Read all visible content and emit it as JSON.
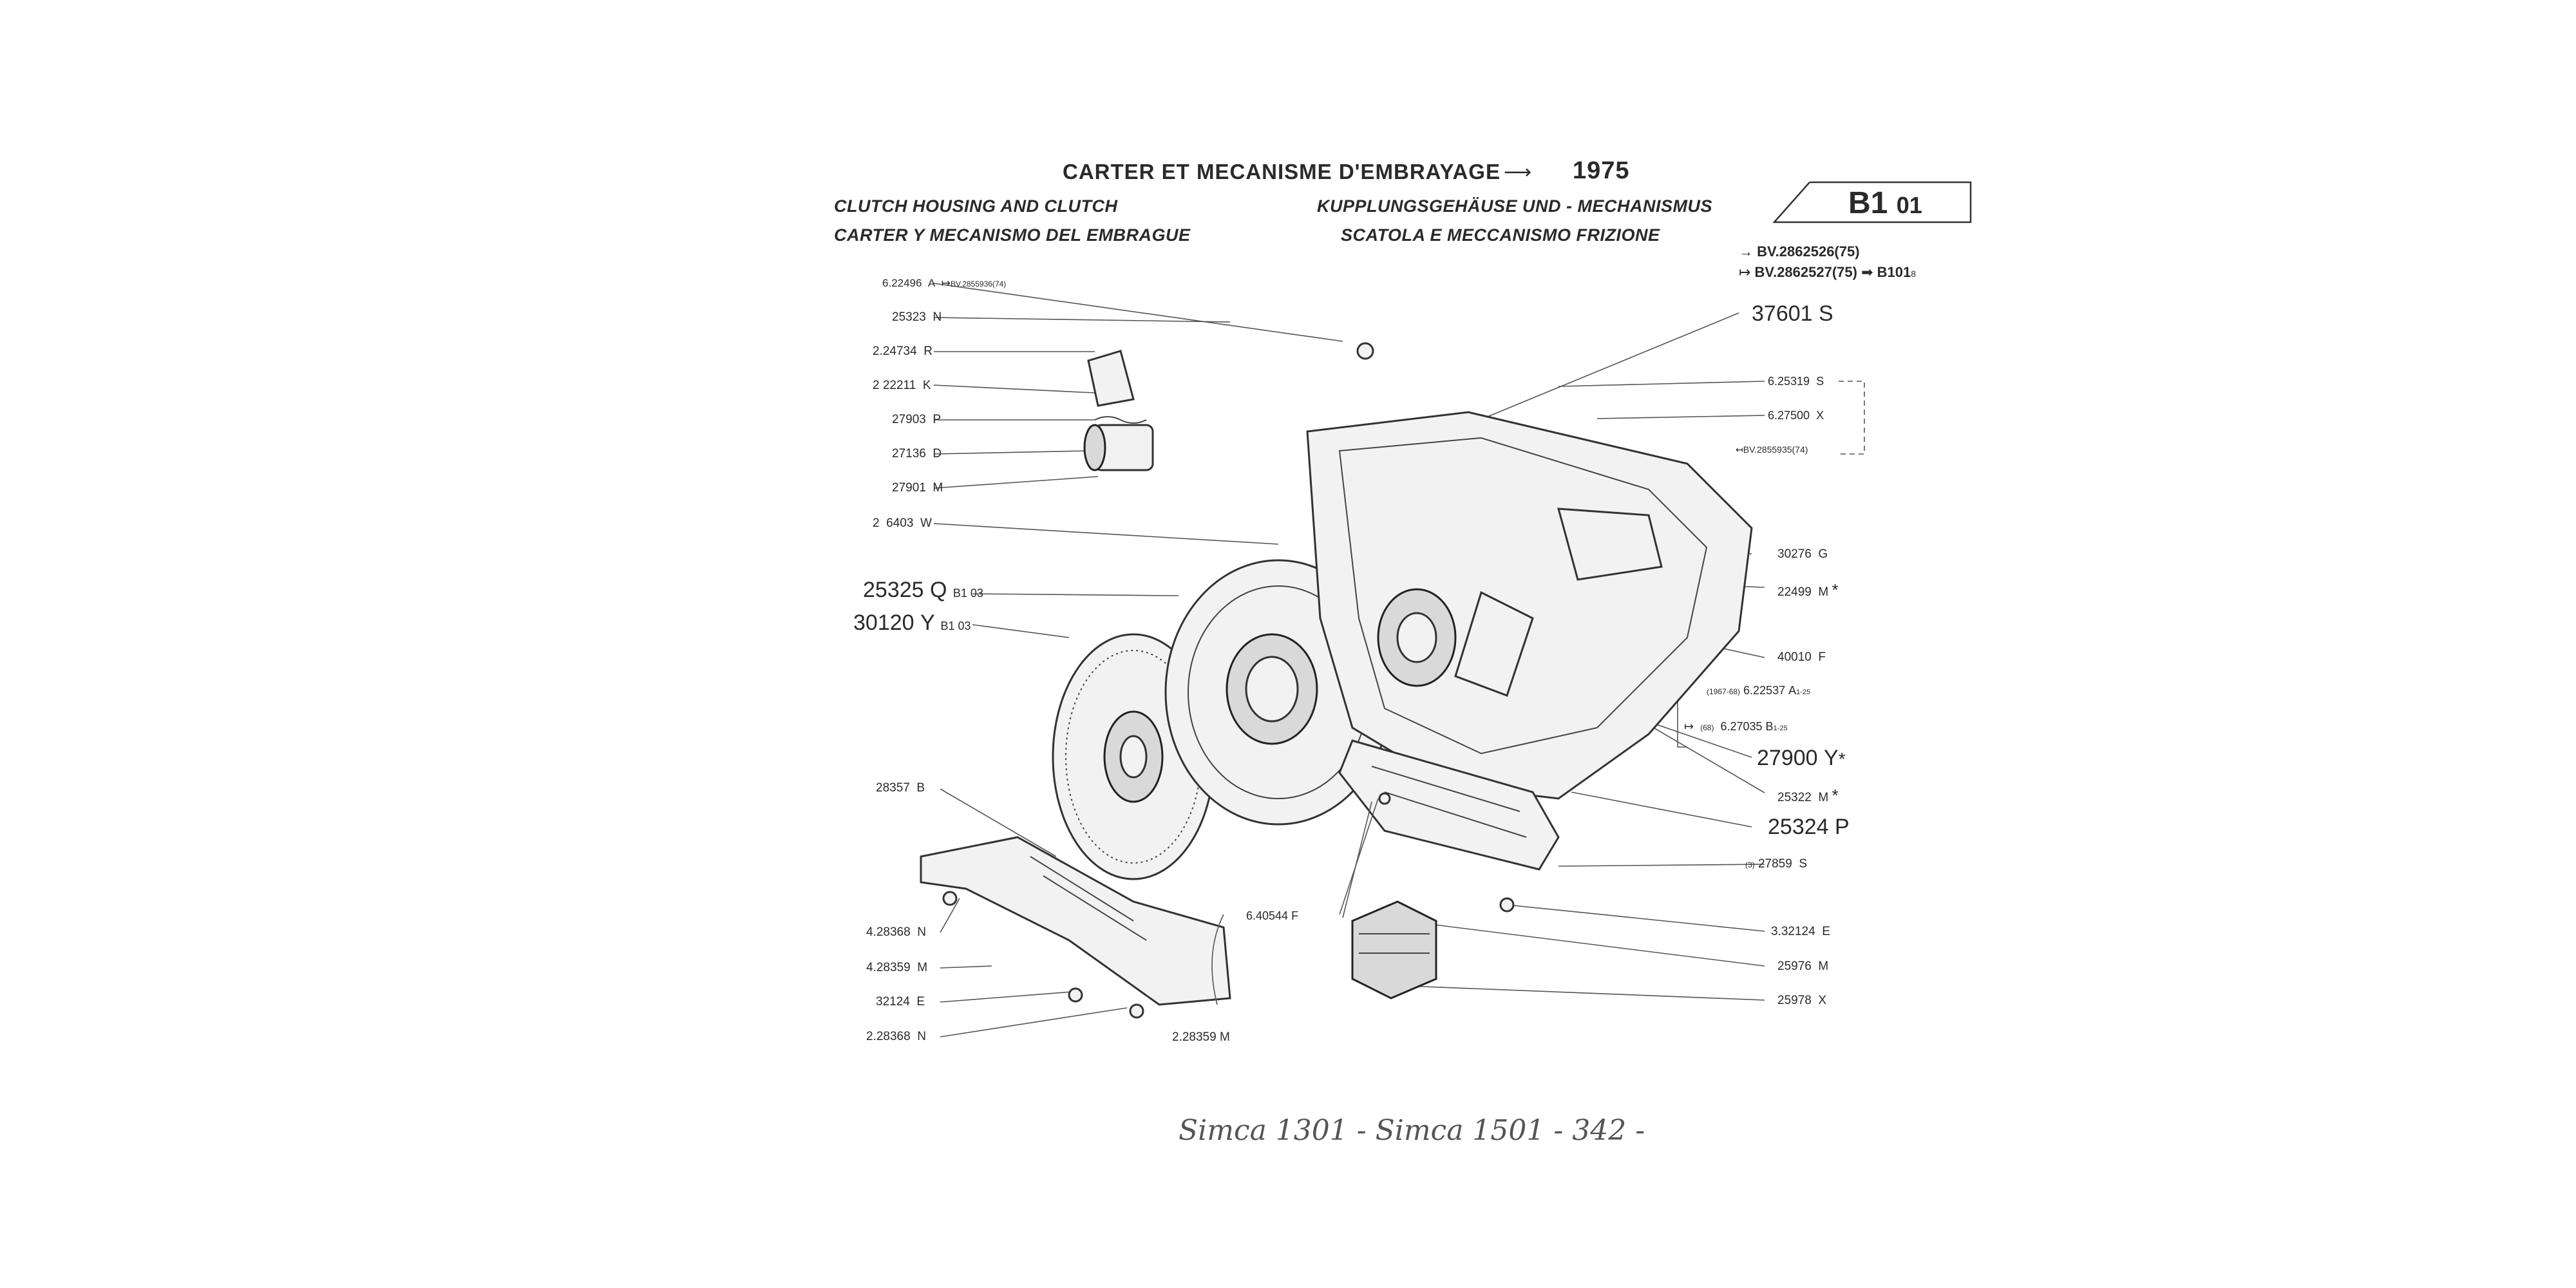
{
  "header": {
    "title_fr": "CARTER ET MECANISME D'EMBRAYAGE",
    "year": "1975",
    "title_en": "CLUTCH HOUSING AND CLUTCH",
    "title_es": "CARTER Y MECANISMO DEL EMBRAGUE",
    "title_de": "KUPPLUNGSGEHÄUSE UND - MECHANISMUS",
    "title_it": "SCATOLA E MECCANISMO FRIZIONE"
  },
  "code": {
    "main": "B1",
    "sub": "01"
  },
  "refs": {
    "line1": "BV.2862526(75)",
    "line2": "BV.2862527(75)",
    "target": "B101",
    "target_suffix": "8"
  },
  "left_labels": [
    {
      "prefix": "6.",
      "num": "22496",
      "letter": "A",
      "extra": "BV.2855936(74)"
    },
    {
      "prefix": "",
      "num": "25323",
      "letter": "N",
      "extra": ""
    },
    {
      "prefix": "2.",
      "num": "24734",
      "letter": "R",
      "extra": ""
    },
    {
      "prefix": "2",
      "num": "22211",
      "letter": "K",
      "extra": ""
    },
    {
      "prefix": "",
      "num": "27903",
      "letter": "P",
      "extra": ""
    },
    {
      "prefix": "",
      "num": "27136",
      "letter": "D",
      "extra": ""
    },
    {
      "prefix": "",
      "num": "27901",
      "letter": "M",
      "extra": ""
    },
    {
      "prefix": "2",
      "num": "6403",
      "letter": "W",
      "extra": ""
    }
  ],
  "left_large": [
    {
      "num": "25325",
      "letter": "Q",
      "extra": "B1 03"
    },
    {
      "num": "30120",
      "letter": "Y",
      "extra": "B1 03"
    }
  ],
  "left_bottom": [
    {
      "prefix": "",
      "num": "28357",
      "letter": "B"
    },
    {
      "prefix": "4.",
      "num": "28368",
      "letter": "N"
    },
    {
      "prefix": "4.",
      "num": "28359",
      "letter": "M"
    },
    {
      "prefix": "",
      "num": "32124",
      "letter": "E"
    },
    {
      "prefix": "2.",
      "num": "28368",
      "letter": "N"
    }
  ],
  "center_labels": [
    {
      "text": "6.40544  F"
    },
    {
      "text": "2.28359  M"
    }
  ],
  "right_labels": [
    {
      "num": "37601",
      "letter": "S",
      "size": "lg",
      "note": ""
    },
    {
      "num": "6.25319",
      "letter": "S",
      "size": "sm",
      "note": ""
    },
    {
      "num": "6.27500",
      "letter": "X",
      "size": "sm",
      "note": ""
    },
    {
      "num": "BV.2855935(74)",
      "letter": "",
      "size": "ref",
      "note": ""
    },
    {
      "num": "30276",
      "letter": "G",
      "size": "sm",
      "note": ""
    },
    {
      "num": "22499",
      "letter": "M",
      "size": "sm",
      "note": "*"
    },
    {
      "num": "40010",
      "letter": "F",
      "size": "sm",
      "note": ""
    },
    {
      "num": "6.22537",
      "letter": "A",
      "size": "sm",
      "note": "1-25",
      "pre": "(1967-68)"
    },
    {
      "num": "6.27035",
      "letter": "B",
      "size": "sm",
      "note": "1-25",
      "pre": "(68)"
    },
    {
      "num": "27900",
      "letter": "Y",
      "size": "lg",
      "note": "*"
    },
    {
      "num": "25322",
      "letter": "M",
      "size": "sm",
      "note": "*"
    },
    {
      "num": "25324",
      "letter": "P",
      "size": "lg",
      "note": ""
    },
    {
      "num": "27859",
      "letter": "S",
      "size": "sm",
      "note": "",
      "pre": "(3)"
    },
    {
      "num": "3.32124",
      "letter": "E",
      "size": "sm",
      "note": ""
    },
    {
      "num": "25976",
      "letter": "M",
      "size": "sm",
      "note": ""
    },
    {
      "num": "25978",
      "letter": "X",
      "size": "sm",
      "note": ""
    }
  ],
  "footer": {
    "signature": "Simca 1301 - Simca 1501 - 342 -"
  }
}
